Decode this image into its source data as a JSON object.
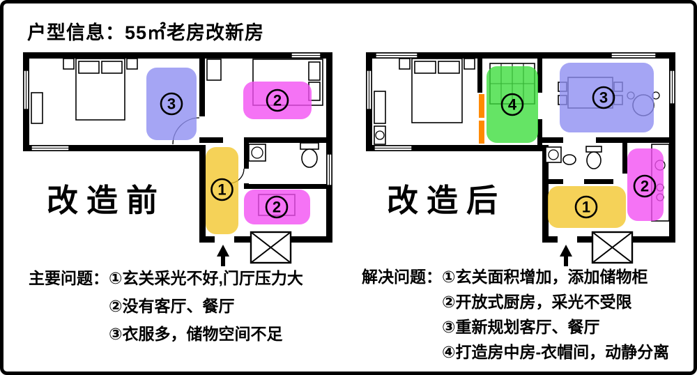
{
  "title": "户型信息：55㎡老房改新房",
  "plans": {
    "before": {
      "label": "改造前",
      "zones": [
        {
          "number": "1",
          "color": "#f3c72e"
        },
        {
          "number": "2",
          "color": "#f250f2"
        },
        {
          "number": "2",
          "color": "#f250f2"
        },
        {
          "number": "3",
          "color": "#8e8ef1"
        }
      ]
    },
    "after": {
      "label": "改造后",
      "closet_door_color": "#ff8a00",
      "zones": [
        {
          "number": "1",
          "color": "#f3c72e"
        },
        {
          "number": "2",
          "color": "#f250f2"
        },
        {
          "number": "3",
          "color": "#8e8ef1"
        },
        {
          "number": "4",
          "color": "#3edd3e"
        }
      ]
    }
  },
  "notes": {
    "problems": {
      "heading": "主要问题：",
      "items": [
        "①玄关采光不好,门厅压力大",
        "②没有客厅、餐厅",
        "③衣服多，储物空间不足"
      ]
    },
    "solutions": {
      "heading": "解决问题：",
      "items": [
        "①玄关面积增加，添加储物柜",
        "②开放式厨房，采光不受限",
        "③重新规划客厅、餐厅",
        "④打造房中房-衣帽间，动静分离"
      ]
    }
  }
}
